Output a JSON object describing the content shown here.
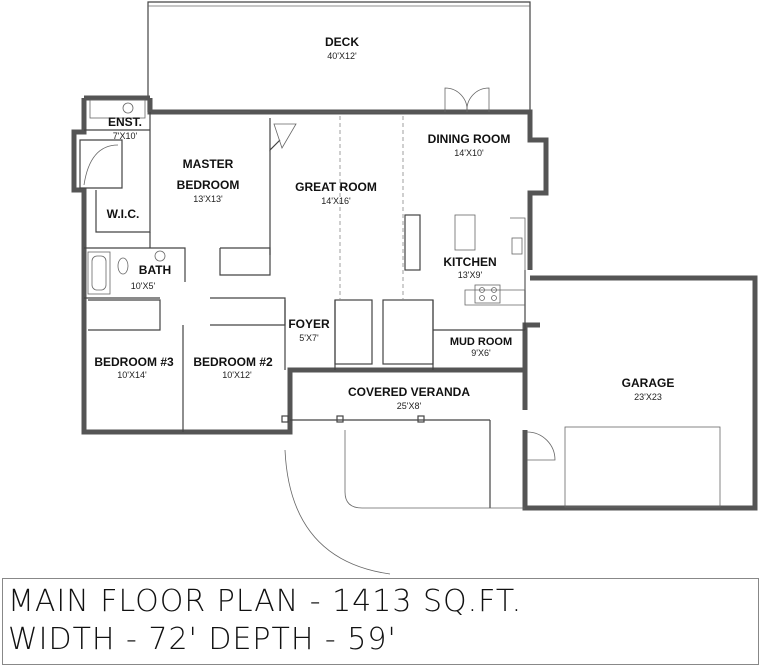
{
  "rooms": {
    "deck": {
      "name": "DECK",
      "dim": "40'X12'"
    },
    "dining": {
      "name": "DINING ROOM",
      "dim": "14'X10'"
    },
    "great": {
      "name": "GREAT ROOM",
      "dim": "14'X16'"
    },
    "master": {
      "name_1": "MASTER",
      "name_2": "BEDROOM",
      "dim": "13'X13'"
    },
    "ensuite": {
      "name": "ENST.",
      "dim": "7'X10'"
    },
    "wic": {
      "name": "W.I.C."
    },
    "bath": {
      "name": "BATH",
      "dim": "10'X5'"
    },
    "kitchen": {
      "name": "KITCHEN",
      "dim": "13'X9'"
    },
    "foyer": {
      "name": "FOYER",
      "dim": "5'X7'"
    },
    "mudroom": {
      "name": "MUD ROOM",
      "dim": "9'X6'"
    },
    "bedroom3": {
      "name": "BEDROOM #3",
      "dim": "10'X14'"
    },
    "bedroom2": {
      "name": "BEDROOM #2",
      "dim": "10'X12'"
    },
    "veranda": {
      "name": "COVERED VERANDA",
      "dim": "25'X8'"
    },
    "garage": {
      "name": "GARAGE",
      "dim": "23'X23"
    }
  },
  "title": {
    "line1": "MAIN FLOOR PLAN - 1413 SQ.FT.",
    "line2": "WIDTH - 72' DEPTH - 59'"
  }
}
